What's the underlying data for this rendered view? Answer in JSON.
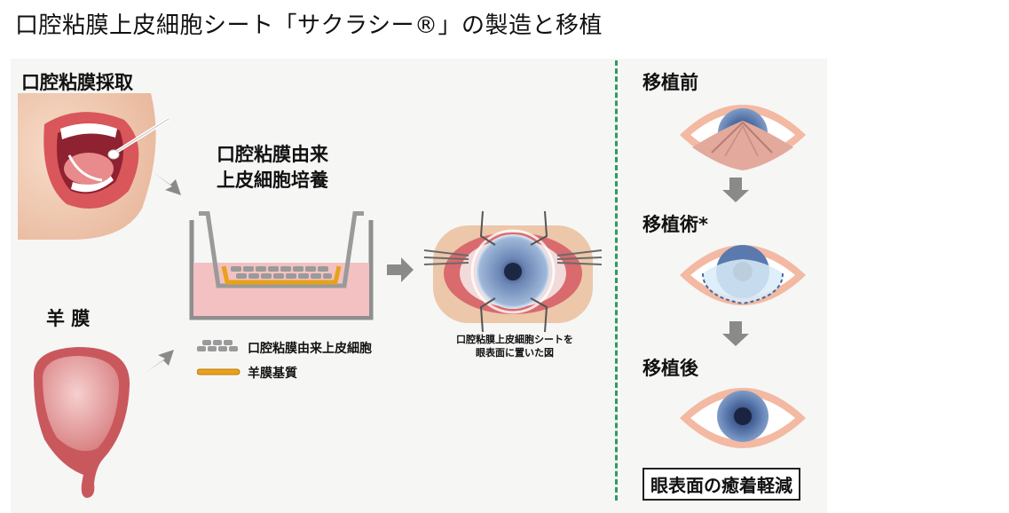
{
  "title": "口腔粘膜上皮細胞シート「サクラシー®」の製造と移植",
  "labels": {
    "oral_harvest": "口腔粘膜採取",
    "culture_line1": "口腔粘膜由来",
    "culture_line2": "上皮細胞培養",
    "amnion": "羊 膜",
    "legend_cells": "口腔粘膜由来上皮細胞",
    "legend_amnion": "羊膜基質",
    "placement_line1": "口腔粘膜上皮細胞シートを",
    "placement_line2": "眼表面に置いた図",
    "before": "移植前",
    "surgery": "移植術*",
    "after": "移植後",
    "outcome": "眼表面の癒着軽減"
  },
  "colors": {
    "arrow_gray": "#8a8a8a",
    "divider_green": "#2e9b63",
    "cells_gray": "#9a9a9a",
    "amnion_orange": "#e8a21a",
    "medium_pink": "#f3c1c1",
    "iris_blue": "#3c5a8c"
  },
  "icons": [
    "mouth-illustration",
    "swab-icon",
    "amnion-illustration",
    "culture-dish-illustration",
    "eye-surgery-illustration",
    "eye-before-icon",
    "eye-during-icon",
    "eye-after-icon",
    "arrow-right-icon",
    "arrow-down-icon"
  ]
}
